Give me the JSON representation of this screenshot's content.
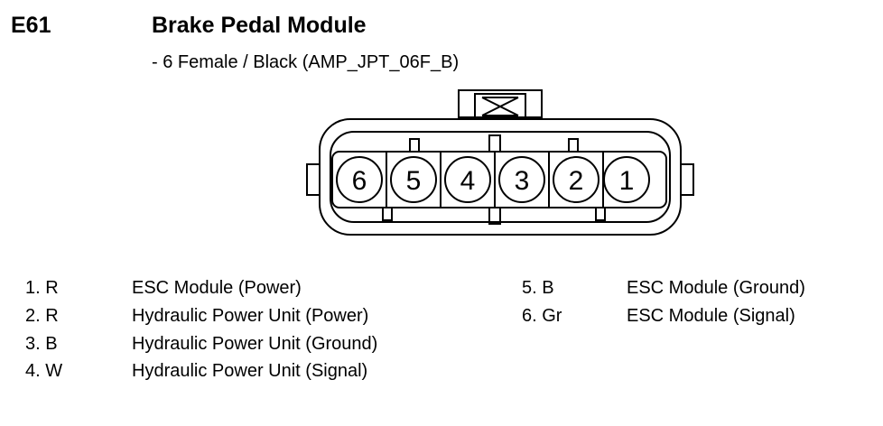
{
  "header": {
    "code": "E61",
    "title": "Brake Pedal Module",
    "subtitle": "- 6 Female / Black (AMP_JPT_06F_B)"
  },
  "connector": {
    "pins_left_to_right": [
      "6",
      "5",
      "4",
      "3",
      "2",
      "1"
    ]
  },
  "pins_left": [
    {
      "id": "1. R",
      "desc": "ESC Module (Power)"
    },
    {
      "id": "2. R",
      "desc": "Hydraulic Power Unit (Power)"
    },
    {
      "id": "3. B",
      "desc": "Hydraulic Power Unit (Ground)"
    },
    {
      "id": "4. W",
      "desc": "Hydraulic Power Unit (Signal)"
    }
  ],
  "pins_right": [
    {
      "id": "5. B",
      "desc": "ESC Module (Ground)"
    },
    {
      "id": "6. Gr",
      "desc": "ESC Module (Signal)"
    }
  ]
}
